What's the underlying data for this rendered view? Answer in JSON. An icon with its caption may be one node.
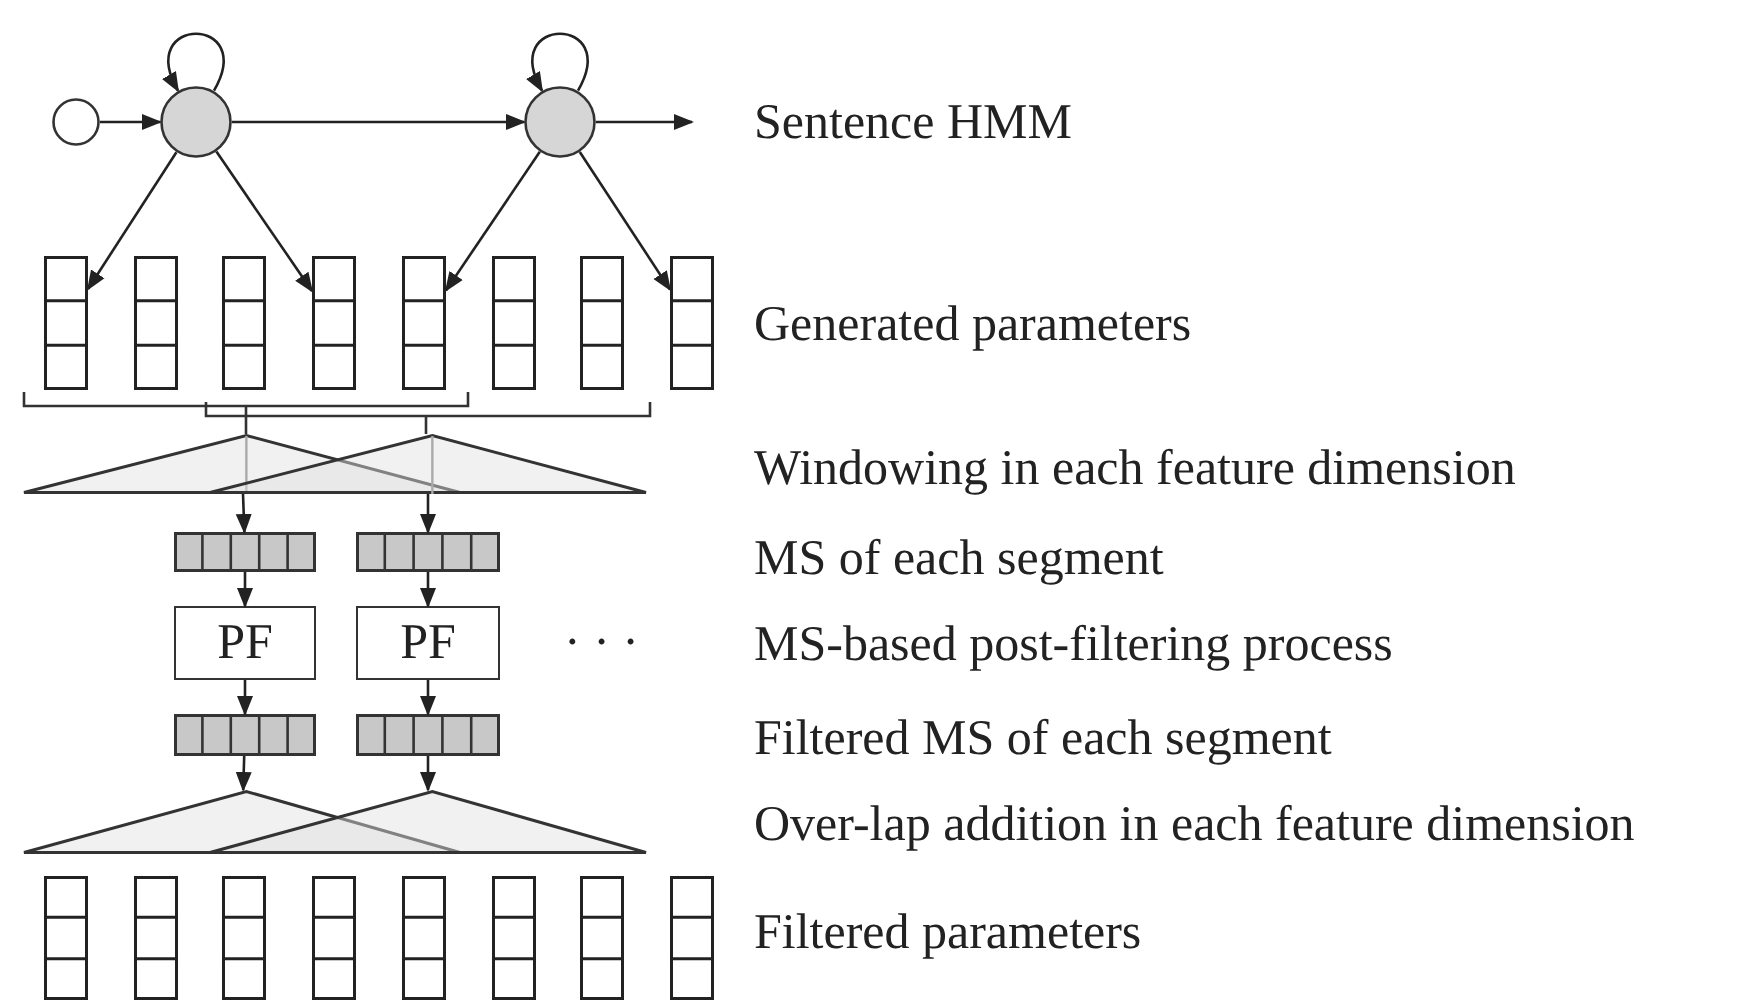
{
  "diagram": {
    "nodes": [
      {
        "text": [],
        "shape": "circle"
      },
      {
        "text": [],
        "shape": "circle"
      },
      {
        "text": [],
        "shape": "circle"
      },
      {
        "text": [],
        "shape": "box"
      },
      {
        "text": [],
        "shape": "box"
      },
      {
        "text": [],
        "shape": "box"
      },
      {
        "text": [],
        "shape": "box"
      },
      {
        "text": [],
        "shape": "box"
      },
      {
        "text": [],
        "shape": "box"
      },
      {
        "text": [],
        "shape": "box"
      },
      {
        "text": [],
        "shape": "box"
      },
      {
        "text": [],
        "shape": "triangle"
      },
      {
        "text": [],
        "shape": "triangle"
      },
      {
        "text": [],
        "shape": "bar"
      },
      {
        "text": [],
        "shape": "bar"
      },
      {
        "text": [
          "PF"
        ]
      },
      {
        "text": [
          "PF"
        ]
      },
      {
        "text": [],
        "shape": "bar"
      },
      {
        "text": [],
        "shape": "bar"
      },
      {
        "text": [],
        "shape": "triangle"
      },
      {
        "text": [],
        "shape": "triangle"
      },
      {
        "text": [],
        "shape": "box"
      },
      {
        "text": [],
        "shape": "box"
      },
      {
        "text": [],
        "shape": "box"
      },
      {
        "text": [],
        "shape": "box"
      },
      {
        "text": [],
        "shape": "box"
      },
      {
        "text": [],
        "shape": "box"
      },
      {
        "text": [],
        "shape": "box"
      },
      {
        "text": [],
        "shape": "box"
      }
    ],
    "edges": [
      {
        "from": 0,
        "to": 1,
        "arrow": "to"
      },
      {
        "from": 1,
        "to": 1,
        "arrow": "to"
      },
      {
        "from": 1,
        "to": 2,
        "arrow": "to"
      },
      {
        "from": 2,
        "to": 2,
        "arrow": "to"
      },
      {
        "from": 2,
        "to": null,
        "arrow": "to"
      },
      {
        "from": 1,
        "to": 3,
        "arrow": "to"
      },
      {
        "from": 1,
        "to": 6,
        "arrow": "to"
      },
      {
        "from": 2,
        "to": 7,
        "arrow": "to"
      },
      {
        "from": 2,
        "to": 10,
        "arrow": "to"
      },
      {
        "from": 11,
        "to": 13,
        "arrow": "to"
      },
      {
        "from": 12,
        "to": 14,
        "arrow": "to"
      },
      {
        "from": 13,
        "to": 15,
        "arrow": "to"
      },
      {
        "from": 14,
        "to": 16,
        "arrow": "to"
      },
      {
        "from": 15,
        "to": 17,
        "arrow": "to"
      },
      {
        "from": 16,
        "to": 18,
        "arrow": "to"
      },
      {
        "from": 17,
        "to": 19,
        "arrow": "to"
      },
      {
        "from": 18,
        "to": 20,
        "arrow": "to"
      }
    ],
    "labels": [
      "Sentence HMM",
      "Generated parameters",
      "Windowing in each feature dimension",
      "MS of each segment",
      "· · ·",
      "MS-based post-filtering process",
      "Filtered MS of each segment",
      "Over-lap addition in each feature dimension",
      "Filtered parameters"
    ]
  }
}
